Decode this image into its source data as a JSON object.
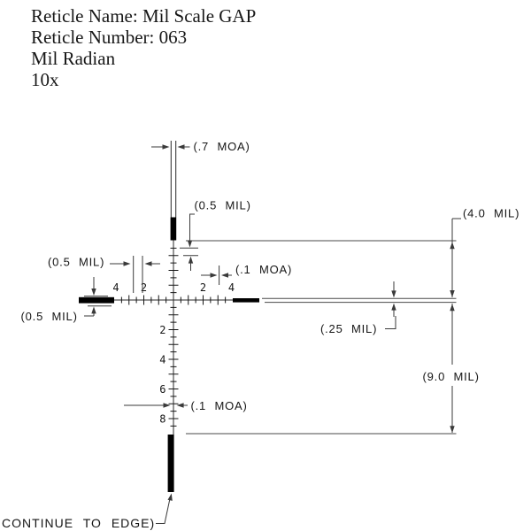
{
  "header": {
    "lines": [
      "Reticle Name: Mil Scale GAP",
      "Reticle Number: 063",
      "Mil Radian",
      "10x"
    ]
  },
  "annotations": {
    "top_line_width": "(.7 MOA)",
    "upper_half_mil": "(0.5 MIL)",
    "left_half_mil": "(0.5 MIL)",
    "left_post_half_mil": "(0.5 MIL)",
    "upper_tenth_moa": "(.1 MOA)",
    "lower_tenth_moa": "(.1 MOA)",
    "right_quarter_mil": "(.25 MIL)",
    "four_mil": "(4.0 MIL)",
    "nine_mil": "(9.0 MIL)",
    "continue_to_edge": "CONTINUE TO EDGE)"
  },
  "scale": {
    "h_left": [
      "4",
      "2"
    ],
    "h_right": [
      "2",
      "4"
    ],
    "v_down": [
      "2",
      "4",
      "6",
      "8"
    ]
  },
  "colors": {
    "ink": "#161616",
    "dim": "#3a3a3a",
    "background": "#ffffff"
  }
}
